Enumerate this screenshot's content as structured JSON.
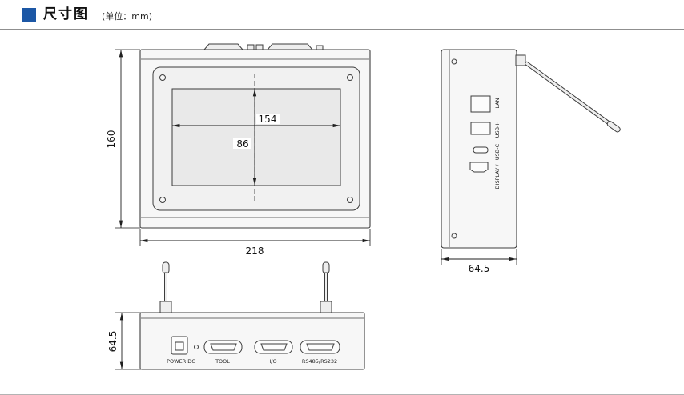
{
  "header": {
    "title": "尺寸图",
    "unit": "(单位：mm)"
  },
  "front_view": {
    "screen_width_mm": "154",
    "screen_height_mm": "86",
    "overall_height_mm": "160",
    "overall_width_mm": "218"
  },
  "side_view": {
    "depth_mm": "64.5",
    "port_labels": [
      "LAN",
      "USB-H",
      "USB-C",
      "DISPLAY /"
    ]
  },
  "bottom_view": {
    "height_mm": "64.5",
    "connector_labels": [
      "POWER DC",
      "TOOL",
      "I/O",
      "RS485/RS232"
    ]
  }
}
